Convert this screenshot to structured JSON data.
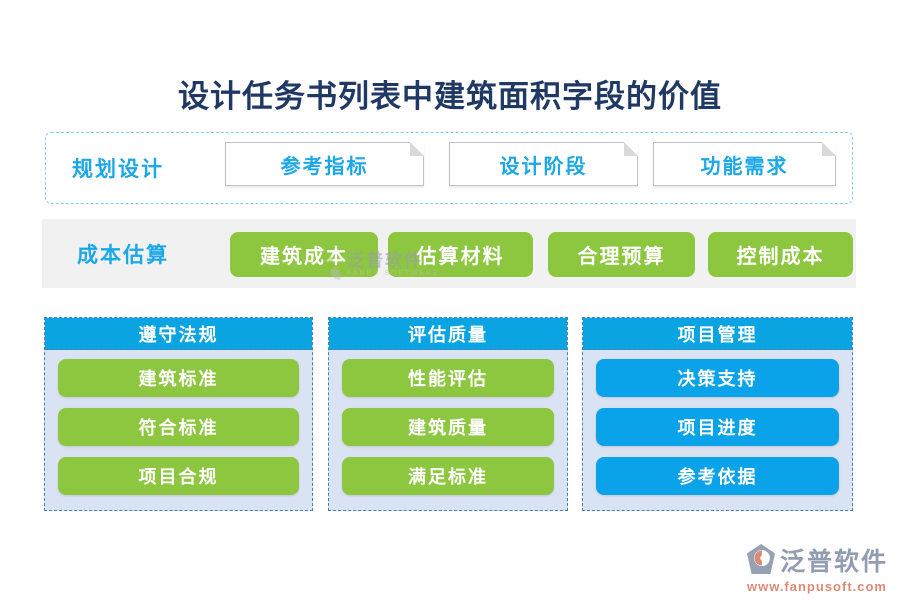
{
  "page": {
    "title": "设计任务书列表中建筑面积字段的价值"
  },
  "colors": {
    "title_navy": "#1f3864",
    "accent_blue": "#1ba7e8",
    "header_blue": "#0ba4e2",
    "item_blue": "#0aa2e8",
    "green": "#8dc63f",
    "panel_bg": "#dae3f4",
    "panel_border": "#4d7fb5",
    "row2_bg": "#f1f1f1",
    "row1_dash": "#8ccdee",
    "brand_gray": "#929db1",
    "brand_salmon": "#dd8a76"
  },
  "rows": [
    {
      "label": "规划设计",
      "buttons": [
        "参考指标",
        "设计阶段",
        "功能需求"
      ]
    },
    {
      "label": "成本估算",
      "buttons": [
        "建筑成本",
        "估算材料",
        "合理预算",
        "控制成本"
      ]
    }
  ],
  "columns": [
    {
      "header": "遵守法规",
      "items": [
        "建筑标准",
        "符合标准",
        "项目合规"
      ]
    },
    {
      "header": "评估质量",
      "items": [
        "性能评估",
        "建筑质量",
        "满足标准"
      ]
    },
    {
      "header": "项目管理",
      "items": [
        "决策支持",
        "项目进度",
        "参考依据"
      ]
    }
  ],
  "watermark": {
    "name": "泛普软件",
    "subtitle": "FANPU SOFTWARE"
  },
  "footer": {
    "brand": "泛普软件",
    "url": "www.fanpusoft.com"
  }
}
